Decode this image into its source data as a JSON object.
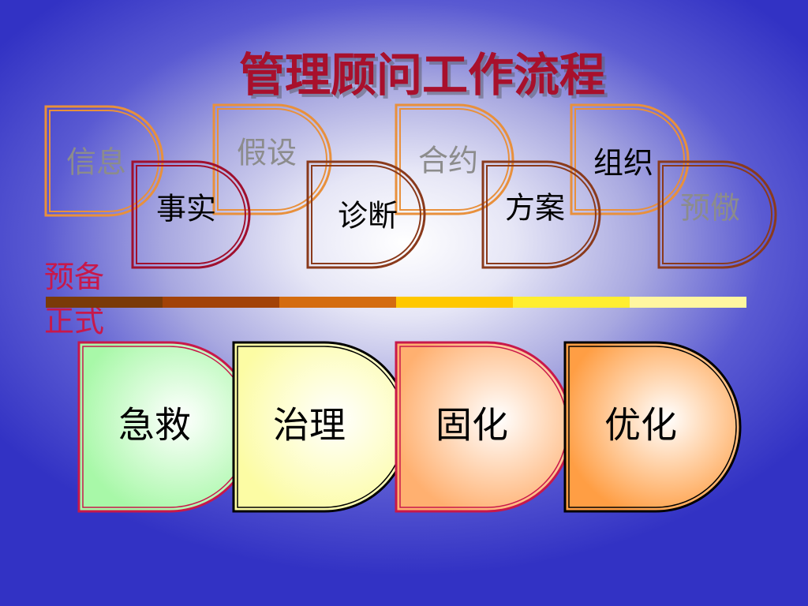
{
  "title": "管理顾问工作流程",
  "top_row_upper": [
    {
      "label": "信息",
      "color": "#e8903c",
      "text_color": "#8c8c8c"
    },
    {
      "label": "假设",
      "color": "#e8903c",
      "text_color": "#8c8c8c"
    },
    {
      "label": "合约",
      "color": "#e8903c",
      "text_color": "#8c8c8c"
    },
    {
      "label": "组织",
      "color": "#e8903c",
      "text_color": "#000000"
    }
  ],
  "top_row_lower": [
    {
      "label": "事实",
      "color": "#a0102e",
      "text_color": "#000000"
    },
    {
      "label": "诊断",
      "color": "#8a3a1c",
      "text_color": "#000000"
    },
    {
      "label": "方案",
      "color": "#8a3a1c",
      "text_color": "#000000"
    },
    {
      "label": "预儆",
      "color": "#8a3a1c",
      "text_color": "#8c8c8c"
    }
  ],
  "side_labels": {
    "upper": "预备",
    "lower": "正式",
    "color": "#c8184a"
  },
  "divider_colors": [
    "#7a3a08",
    "#a24208",
    "#d46c10",
    "#ffc800",
    "#ffee30",
    "#fff6a0"
  ],
  "bottom_row": [
    {
      "label": "急救",
      "fill": "#a8f8a8",
      "border": "#c8184a"
    },
    {
      "label": "治理",
      "fill": "#fcfca4",
      "border": "#000000"
    },
    {
      "label": "固化",
      "fill": "#ffb070",
      "border": "#c8184a"
    },
    {
      "label": "优化",
      "fill": "#ff9e44",
      "border": "#000000"
    }
  ]
}
